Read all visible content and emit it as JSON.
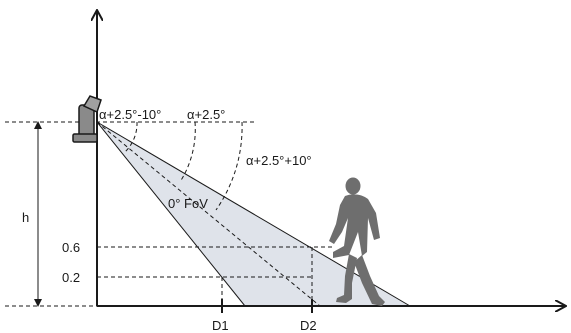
{
  "diagram": {
    "labels": {
      "angle_low": "α+2.5°-10°",
      "angle_mid": "α+2.5°",
      "angle_high": "α+2.5°+10°",
      "fov": "0° FoV",
      "height": "h",
      "y_06": "0.6",
      "y_02": "0.2",
      "d1": "D1",
      "d2": "D2"
    },
    "colors": {
      "fov_fill": "#dfe3ea",
      "line": "#1a1a1a",
      "person": "#6e6e6e",
      "sensor": "#8a8a8a"
    },
    "icons": {
      "sensor": "sensor-device-icon",
      "person": "walking-person-icon"
    }
  }
}
